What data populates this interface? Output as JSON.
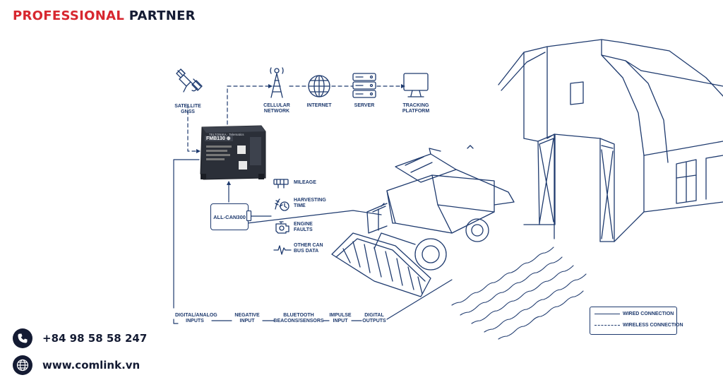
{
  "brand": {
    "highlight": "PROFESSIONAL",
    "rest": "PARTNER"
  },
  "top_chain": [
    {
      "id": "gnss",
      "label": "SATELLITE\nGNSS",
      "icon": "satellite-icon"
    },
    {
      "id": "cellular",
      "label": "CELLULAR\nNETWORK",
      "icon": "cell-tower-icon"
    },
    {
      "id": "internet",
      "label": "INTERNET",
      "icon": "globe-icon"
    },
    {
      "id": "server",
      "label": "SERVER",
      "icon": "server-icon"
    },
    {
      "id": "tracking",
      "label": "TRACKING\nPLATFORM",
      "icon": "monitor-icon"
    }
  ],
  "device": {
    "model": "FMB130 ⊕",
    "brand_text": "TELTONIKA · Telematics"
  },
  "can_adapter": {
    "label": "ALL-CAN300"
  },
  "can_data": [
    {
      "label": "MILEAGE",
      "icon": "odometer-icon"
    },
    {
      "label": "HARVESTING\nTIME",
      "icon": "harvest-time-icon"
    },
    {
      "label": "ENGINE\nFAULTS",
      "icon": "engine-icon"
    },
    {
      "label": "OTHER CAN\nBUS DATA",
      "icon": "waveform-icon"
    }
  ],
  "inputs": [
    {
      "label": "DIGITAL/ANALOG\nINPUTS"
    },
    {
      "label": "NEGATIVE\nINPUT"
    },
    {
      "label": "BLUETOOTH\nBEACONS/SENSORS"
    },
    {
      "label": "IMPULSE\nINPUT"
    },
    {
      "label": "DIGITAL\nOUTPUTS"
    }
  ],
  "legend": {
    "wired": "WIRED CONNECTION",
    "wireless": "WIRELESS CONNECTION"
  },
  "contact": {
    "phone": "+84 98 58 58 247",
    "website": "www.comlink.vn"
  },
  "colors": {
    "accent_red": "#d7272f",
    "navy": "#1e3a6e",
    "dark": "#141b33"
  }
}
